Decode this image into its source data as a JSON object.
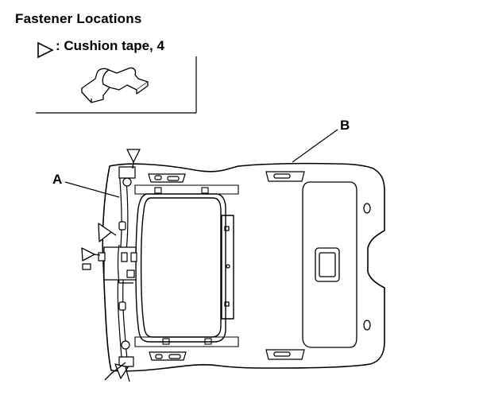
{
  "title": "Fastener Locations",
  "legend": {
    "symbol": "triangle-outline-icon",
    "text": ": Cushion tape, 4"
  },
  "callouts": {
    "a": "A",
    "b": "B"
  }
}
